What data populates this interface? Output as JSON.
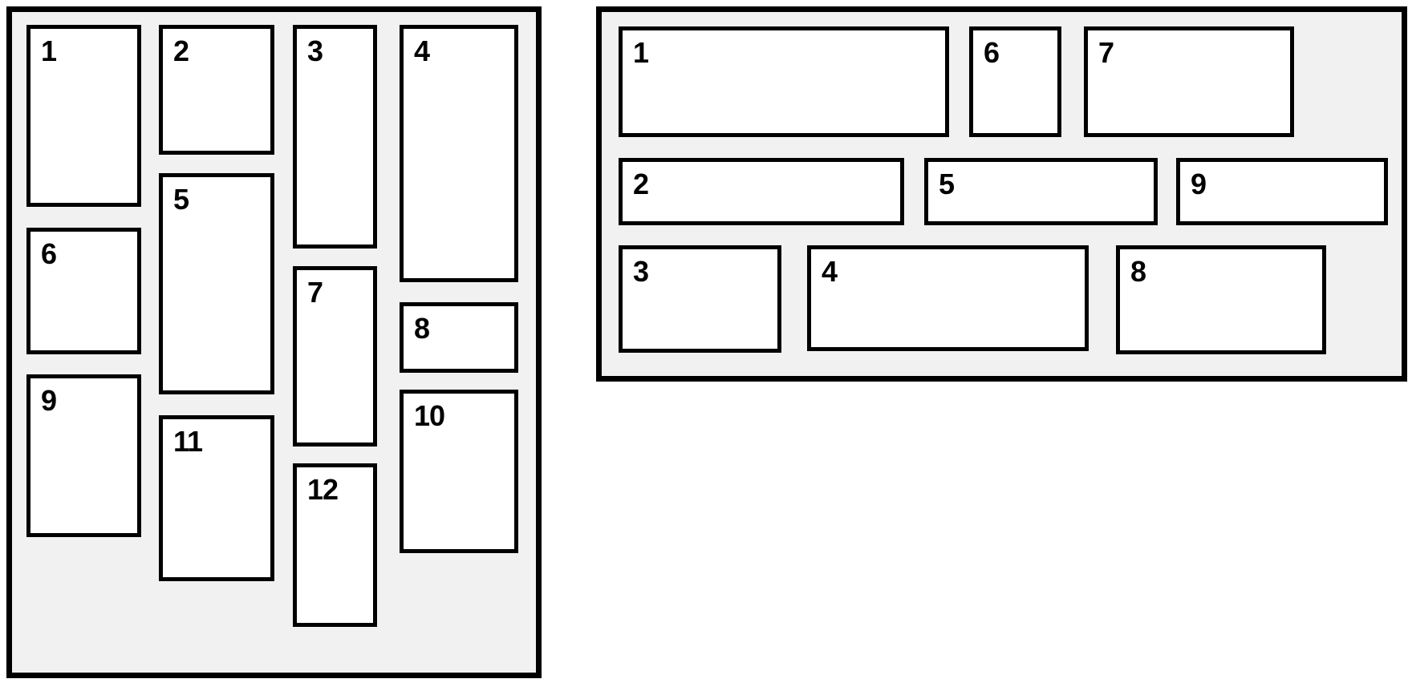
{
  "colors": {
    "panel_background": "#f1f1f1",
    "tile_background": "#ffffff",
    "border": "#000000",
    "number_text": "#000000"
  },
  "left_masonry": {
    "columns": 4,
    "boxes": [
      {
        "label": "1"
      },
      {
        "label": "2"
      },
      {
        "label": "3"
      },
      {
        "label": "4"
      },
      {
        "label": "5"
      },
      {
        "label": "6"
      },
      {
        "label": "7"
      },
      {
        "label": "8"
      },
      {
        "label": "9"
      },
      {
        "label": "10"
      },
      {
        "label": "11"
      },
      {
        "label": "12"
      }
    ]
  },
  "right_masonry": {
    "rows": 3,
    "boxes": [
      {
        "label": "1"
      },
      {
        "label": "2"
      },
      {
        "label": "3"
      },
      {
        "label": "4"
      },
      {
        "label": "5"
      },
      {
        "label": "6"
      },
      {
        "label": "7"
      },
      {
        "label": "8"
      },
      {
        "label": "9"
      }
    ]
  }
}
